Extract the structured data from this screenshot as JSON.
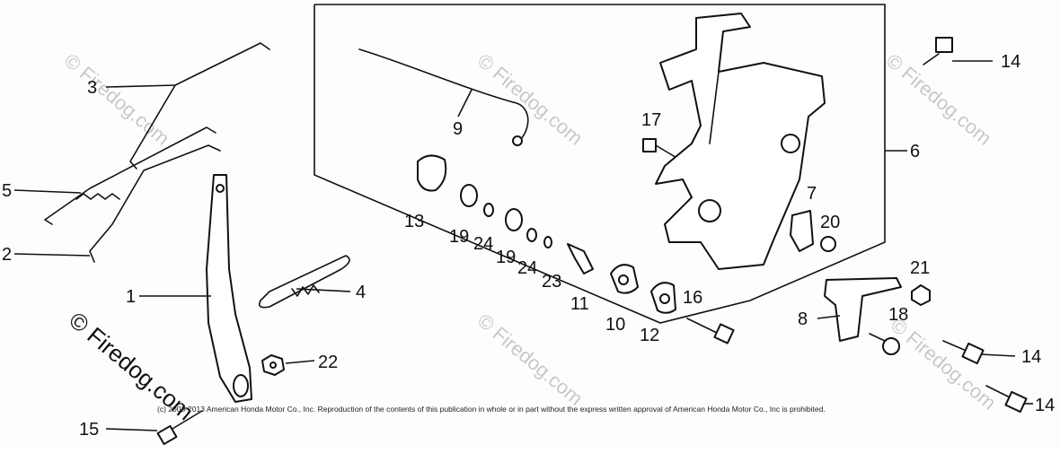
{
  "diagram": {
    "watermark_text": "© Firedog.com",
    "copyright": "(c) 2003-2013 American Honda Motor Co., Inc. Reproduction of the contents of this publication in whole or in part without the express written approval of American Honda Motor Co., Inc is prohibited.",
    "callouts": {
      "c1": "1",
      "c2": "2",
      "c3": "3",
      "c4": "4",
      "c5": "5",
      "c6": "6",
      "c7": "7",
      "c8": "8",
      "c9": "9",
      "c10": "10",
      "c11": "11",
      "c12": "12",
      "c13": "13",
      "c14a": "14",
      "c14b": "14",
      "c14c": "14",
      "c15": "15",
      "c16": "16",
      "c17": "17",
      "c18": "18",
      "c19a": "19",
      "c19b": "19",
      "c20": "20",
      "c21": "21",
      "c22": "22",
      "c23": "23",
      "c24a": "24",
      "c24b": "24"
    }
  }
}
